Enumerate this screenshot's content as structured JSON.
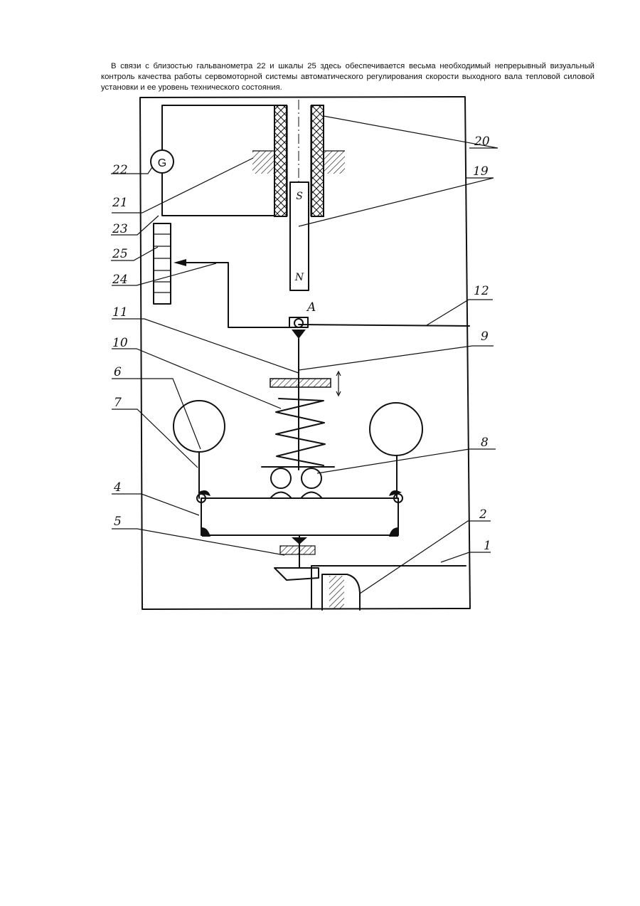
{
  "paragraph": "В связи с близостью гальванометра 22 и шкалы 25 здесь обеспечивается весьма необходимый непрерывный визуальный контроль качества работы сервомоторной системы автоматического регулирования скорости выходного вала тепловой силовой установки и ее уровень технического состояния.",
  "diagram": {
    "galvanometer_symbol": "G",
    "pivot_label": "A",
    "magnet_pole_top": "S",
    "magnet_pole_bottom": "N",
    "callouts": {
      "c1": "1",
      "c2": "2",
      "c4": "4",
      "c5": "5",
      "c6": "6",
      "c7": "7",
      "c8": "8",
      "c9": "9",
      "c10": "10",
      "c11": "11",
      "c12": "12",
      "c19": "19",
      "c20": "20",
      "c21": "21",
      "c22": "22",
      "c23": "23",
      "c24": "24",
      "c25": "25"
    }
  }
}
